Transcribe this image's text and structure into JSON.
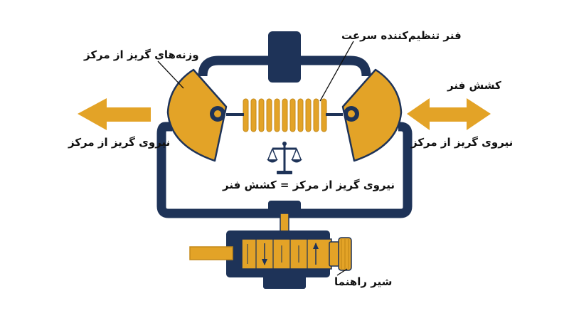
{
  "labels": {
    "weights": "وزنه‌های گریز از مرکز",
    "speeder_spring": "فنر تنظیم‌کننده سرعت",
    "spring_tension_right": "کشش فنر",
    "centrifugal_left": "نیروی گریز از مرکز",
    "centrifugal_right": "نیروی گریز از مرکز",
    "balance_equation": "نیروی گریز از مرکز = کشش فنر",
    "pilot_valve": "شیر راهنما"
  },
  "icons": {
    "balance": "balance-scale-icon",
    "arrow_left": "arrow-left-icon",
    "arrow_double": "arrow-double-icon"
  },
  "colors": {
    "navy": "#1e3358",
    "gold": "#e3a327",
    "gold_dark": "#c58a18",
    "text": "#111111"
  }
}
